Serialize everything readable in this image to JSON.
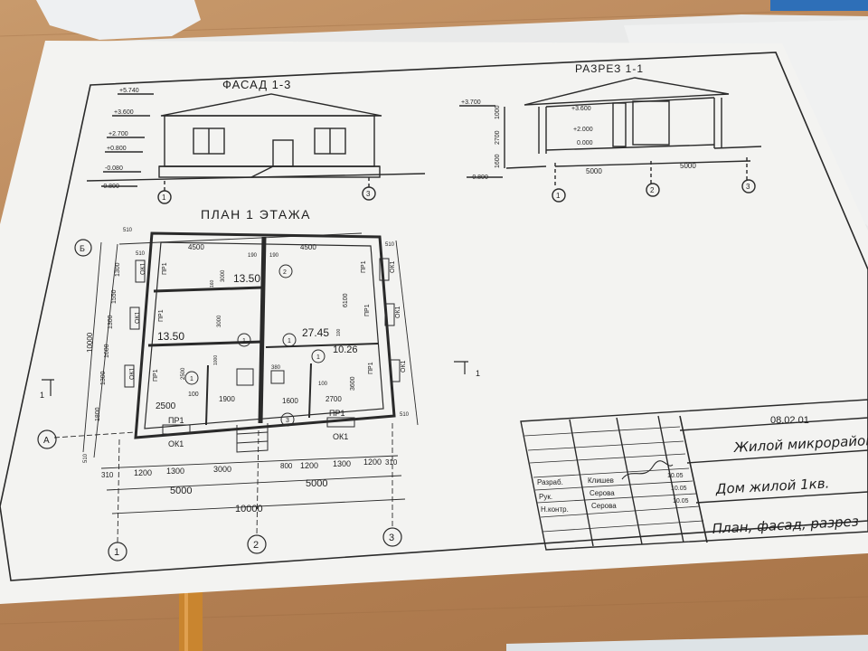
{
  "sheet": {
    "facade_title": "ФАСАД 1-3",
    "section_title": "РАЗРЕЗ 1-1",
    "plan_title": "ПЛАН 1 ЭТАЖА"
  },
  "facade": {
    "levels": [
      "+5.740",
      "+3.600",
      "+2.700",
      "+0.800",
      "-0.080",
      "-0.800"
    ],
    "axes": [
      "1",
      "3"
    ]
  },
  "section": {
    "levels_left": [
      "+3.700",
      "-0.800"
    ],
    "levels_inner": [
      "+3.600",
      "+2.000",
      "0.000"
    ],
    "vertical_dims": [
      "1000",
      "2700",
      "1600"
    ],
    "spans": [
      "5000",
      "5000"
    ],
    "axes": [
      "1",
      "2",
      "3"
    ]
  },
  "plan": {
    "axis_letters": [
      "Б",
      "А"
    ],
    "axis_numbers": [
      "1",
      "2",
      "3"
    ],
    "top_dims": [
      "510",
      "4500",
      "190",
      "190",
      "4500",
      "510"
    ],
    "left_dims": [
      "510",
      "1300",
      "1550",
      "1300",
      "1600",
      "1300",
      "1800",
      "510"
    ],
    "left_total": "10000",
    "right_dims": [
      "6100",
      "3600",
      "510"
    ],
    "bottom_dims": [
      "310",
      "1200",
      "1300",
      "3000",
      "800",
      "1200",
      "1300",
      "1200",
      "310"
    ],
    "bottom_halves": [
      "5000",
      "5000"
    ],
    "bottom_total": "10000",
    "room_areas": [
      "13.50",
      "13.50",
      "27.45",
      "10.26"
    ],
    "inner_dims": [
      "3000",
      "3000",
      "2500",
      "1900",
      "1600",
      "2700",
      "380",
      "100",
      "100",
      "160",
      "100",
      "1000"
    ],
    "room_dims": [
      "2500"
    ],
    "window_labels": [
      "ОК1",
      "ОК1",
      "ОК1",
      "ОК1",
      "ОК1",
      "ОК1"
    ],
    "door_labels": [
      "ПР1",
      "ПР1",
      "ПР1",
      "ПР1",
      "ПР1",
      "ПР1",
      "ПР1"
    ],
    "room_markers": [
      "2",
      "1",
      "1",
      "1",
      "1",
      "3"
    ],
    "section_mark": "1"
  },
  "title_block": {
    "code": "08.02.01",
    "project": "Жилой микрорайон",
    "object": "Дом жилой 1кв.",
    "sheet_name": "План, фасад, разрез",
    "rows": [
      {
        "role": "Разраб.",
        "name": "Клишев",
        "date": "10.05"
      },
      {
        "role": "Рук.",
        "name": "Серова",
        "date": "10.05"
      },
      {
        "role": "Н.контр.",
        "name": "Серова",
        "date": "10.05"
      }
    ]
  },
  "colors": {
    "table": "#b8855a",
    "paper": "#f3f3f1",
    "ink": "#1e1e1e"
  }
}
